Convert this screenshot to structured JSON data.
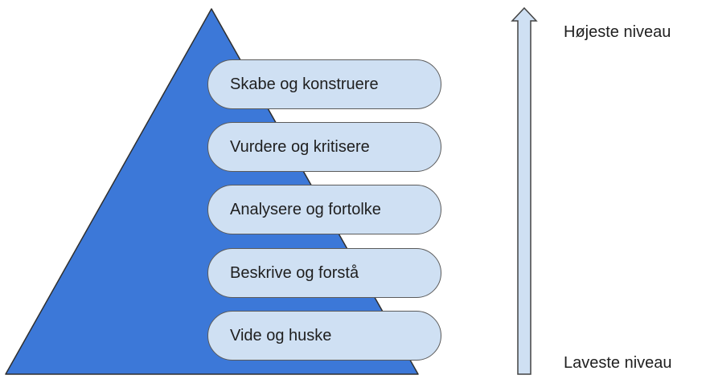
{
  "diagram": {
    "type": "pyramid",
    "levels": [
      {
        "label": "Skabe og konstruere"
      },
      {
        "label": "Vurdere og kritisere"
      },
      {
        "label": "Analysere og fortolke"
      },
      {
        "label": "Beskrive og forstå"
      },
      {
        "label": "Vide og huske"
      }
    ],
    "axis": {
      "top_label": "Højeste niveau",
      "bottom_label": "Laveste niveau",
      "arrow": "up-arrow"
    },
    "colors": {
      "pyramid_fill": "#3c78d8",
      "pill_fill": "#cfe0f3",
      "arrow_fill": "#cfe0f3",
      "outline": "#434343",
      "text": "#1f1f1f"
    }
  }
}
